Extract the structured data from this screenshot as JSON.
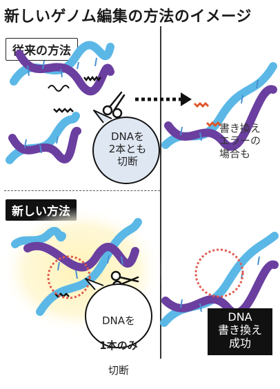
{
  "title": "新しいゲノム編集の方法のイメージ",
  "sections": {
    "old_label": "従来の方法",
    "new_label": "新しい方法"
  },
  "old_method": {
    "bubble_text": "DNAを\n2本とも\n切断",
    "result_note": "書き換え\nエラーの\n場合も"
  },
  "new_method": {
    "bubble_line1": "DNAを",
    "bubble_line2_bold": "1本のみ",
    "bubble_line3": "切断",
    "result_box": "DNA\n書き換え\n成功"
  },
  "colors": {
    "strand_purple": "#6b3fa0",
    "strand_blue": "#5bb8e6",
    "error_mark": "#e0562a",
    "highlight_circle": "#e05a4e",
    "glow": "#fff6c8",
    "bubble_old": "#dfe7f2",
    "bubble_new": "#ffffff"
  },
  "icons": [
    "scissors-icon",
    "scissors-icon",
    "dotted-arrow-icon"
  ]
}
